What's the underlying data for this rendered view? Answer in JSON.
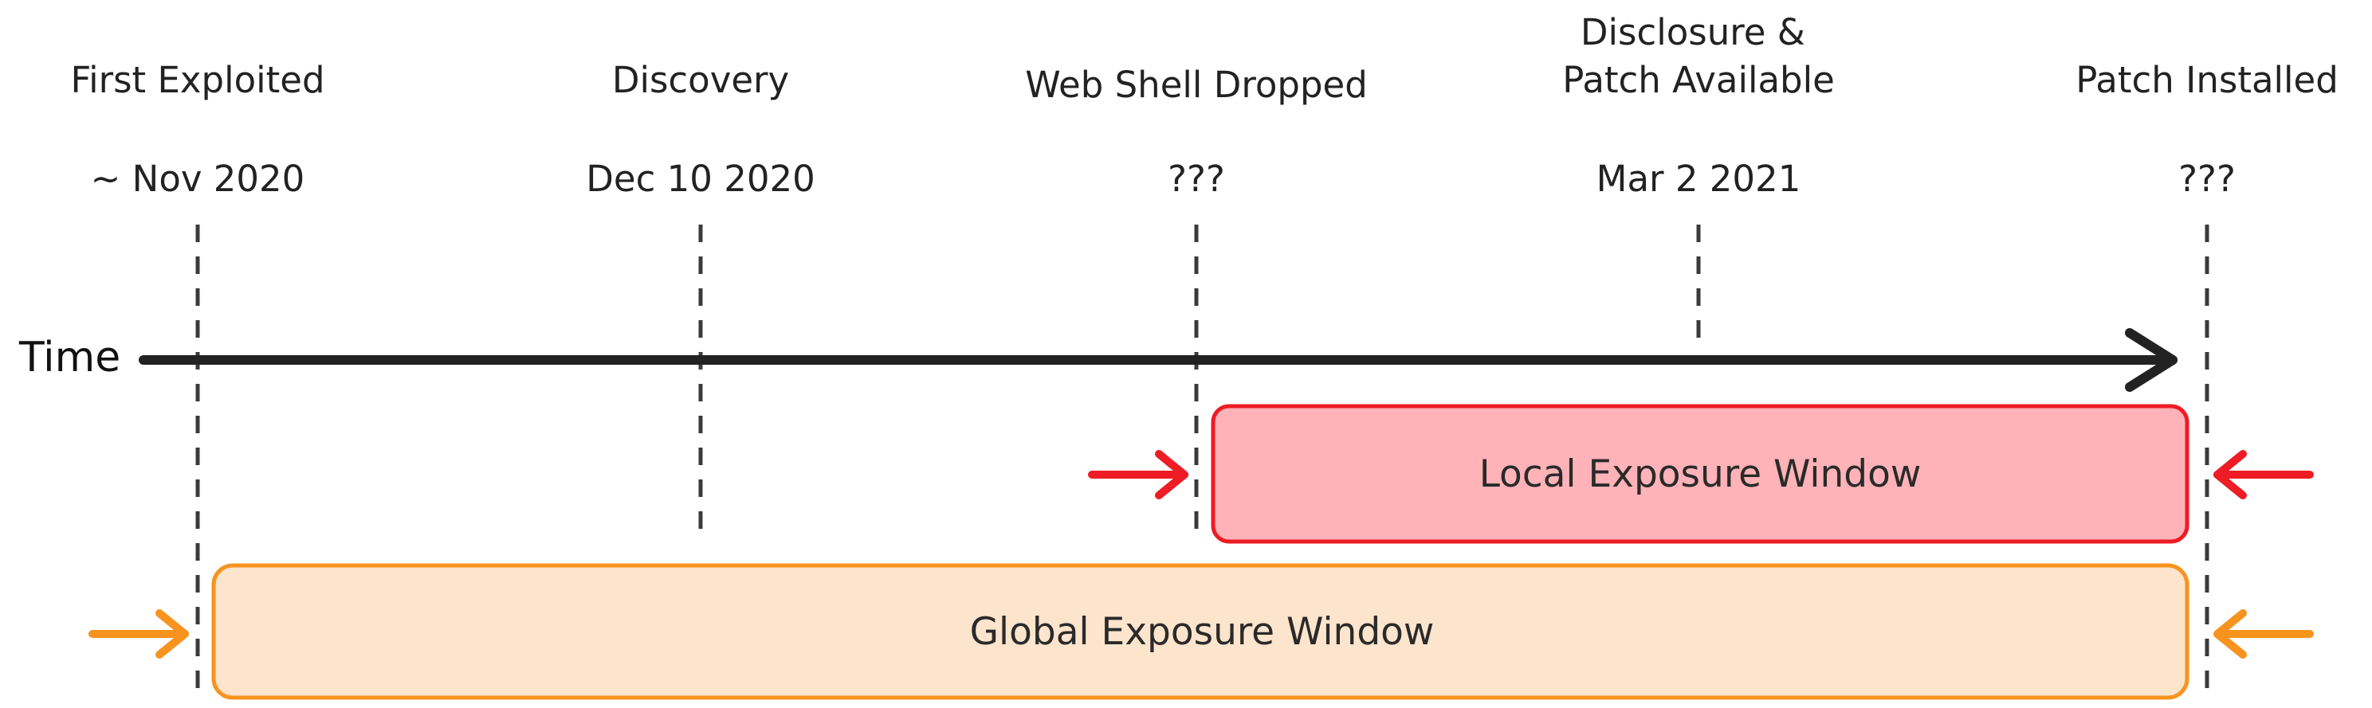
{
  "axis": {
    "label": "Time"
  },
  "events": [
    {
      "label_lines": [
        "First Exploited"
      ],
      "date": "~ Nov 2020"
    },
    {
      "label_lines": [
        "Discovery"
      ],
      "date": "Dec 10 2020"
    },
    {
      "label_lines": [
        "Web Shell Dropped"
      ],
      "date": "???"
    },
    {
      "label_lines": [
        "Disclosure &",
        "Patch Available"
      ],
      "date": "Mar 2 2021"
    },
    {
      "label_lines": [
        "Patch Installed"
      ],
      "date": "???"
    }
  ],
  "windows": {
    "local": {
      "label": "Local Exposure Window"
    },
    "global": {
      "label": "Global Exposure Window"
    }
  },
  "colors": {
    "local_fill": "#FFB3B8",
    "local_stroke": "#EE1C25",
    "local_arrow": "#EE1C25",
    "global_fill": "#FDE4CC",
    "global_stroke": "#F7931E",
    "global_arrow": "#F7931E",
    "axis": "#222222"
  }
}
